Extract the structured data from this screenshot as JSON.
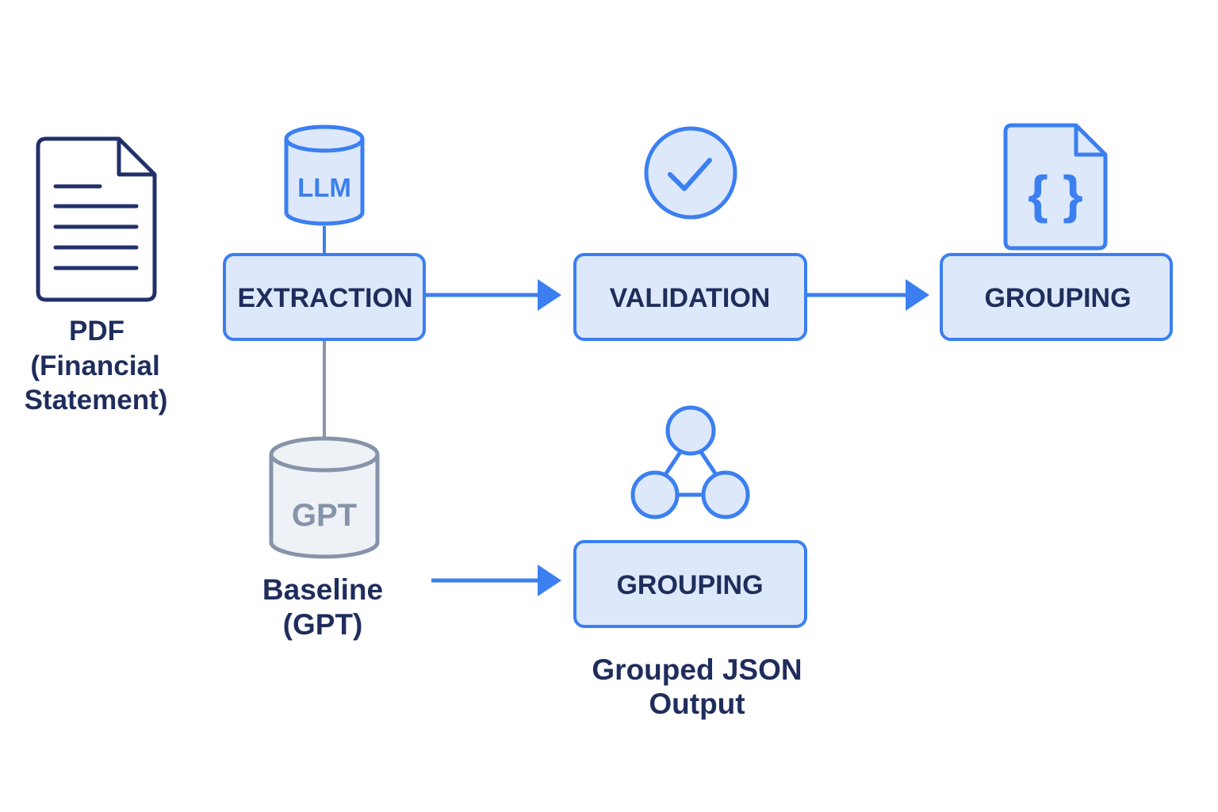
{
  "pdf": {
    "caption_lines": [
      "PDF",
      "(Financial",
      "Statement)"
    ],
    "icon": "document-icon"
  },
  "llm": {
    "label": "LLM",
    "icon": "database-icon"
  },
  "gpt": {
    "label": "GPT",
    "icon": "database-icon",
    "caption_lines": [
      "Baseline",
      "(GPT)"
    ]
  },
  "nodes": {
    "extraction": "EXTRACTION",
    "validation": "VALIDATION",
    "grouping_top": "GROUPING",
    "grouping_bottom": "GROUPING"
  },
  "validation_icon": "check-circle-icon",
  "grouping_top_icon": "json-file-icon",
  "grouping_bottom_icon": "network-graph-icon",
  "output": {
    "caption_lines": [
      "Grouped JSON",
      "Output"
    ]
  },
  "colors": {
    "accent": "#3b7ff0",
    "node_fill": "#dde8fb",
    "text_dark": "#1f2d5c",
    "gray": "#8594aa",
    "gray_fill": "#eef1f5"
  }
}
